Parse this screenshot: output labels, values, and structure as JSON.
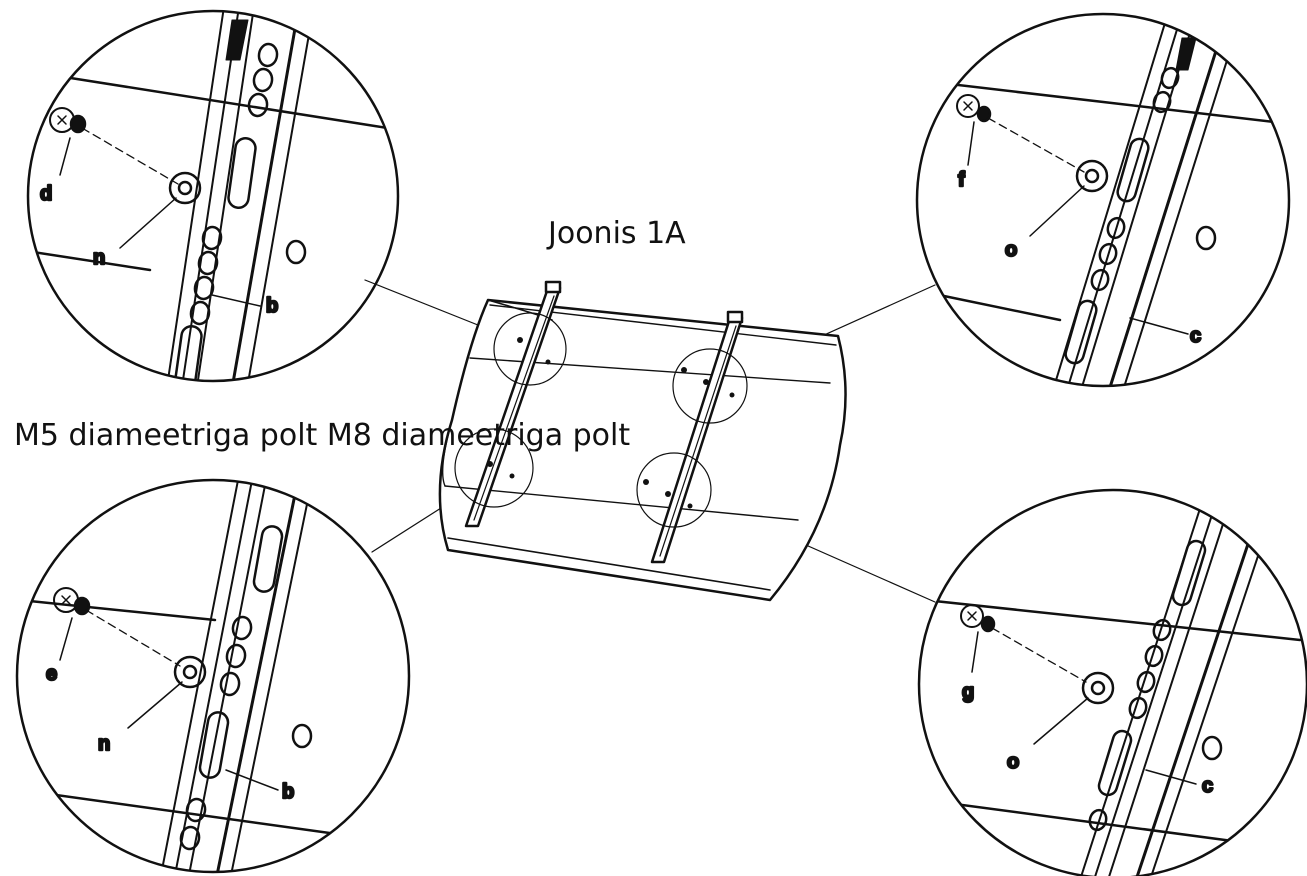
{
  "figure": {
    "title": "Joonis  1A",
    "bolt_caption": "M5 diameetriga polt M8 diameetriga polt"
  },
  "callouts": {
    "top_left": {
      "bolt": "d",
      "washer": "n",
      "rail": "b"
    },
    "top_right": {
      "bolt": "f",
      "washer": "o",
      "rail": "c"
    },
    "bottom_left": {
      "bolt": "e",
      "washer": "n",
      "rail": "b"
    },
    "bottom_right": {
      "bolt": "g",
      "washer": "o",
      "rail": "c"
    }
  },
  "colors": {
    "ink": "#111111",
    "background": "#ffffff"
  }
}
